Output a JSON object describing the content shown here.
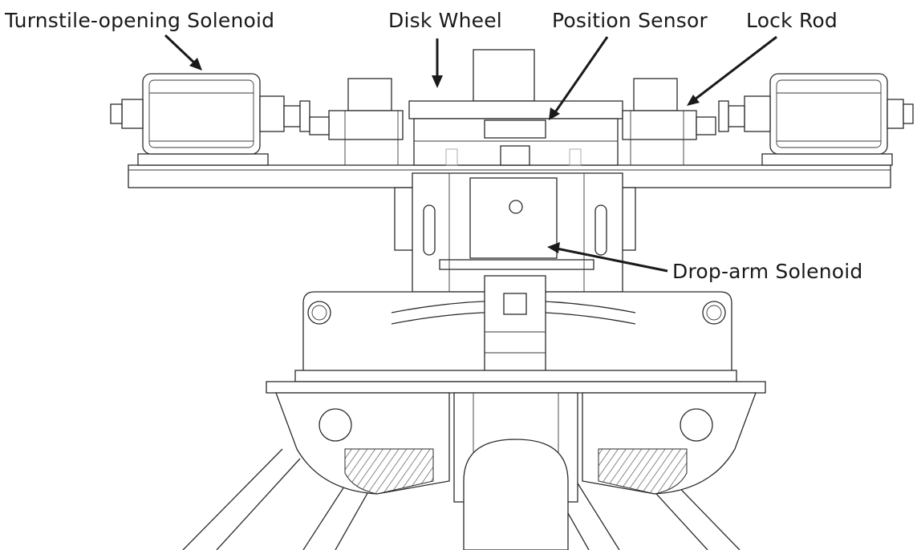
{
  "labels": {
    "turnstile_opening_solenoid": "Turnstile-opening Solenoid",
    "disk_wheel": "Disk Wheel",
    "position_sensor": "Position Sensor",
    "lock_rod": "Lock Rod",
    "drop_arm_solenoid": "Drop-arm Solenoid"
  },
  "colors": {
    "text": "#1a1a1a",
    "lines": "#2b2b2b",
    "background": "#ffffff"
  }
}
